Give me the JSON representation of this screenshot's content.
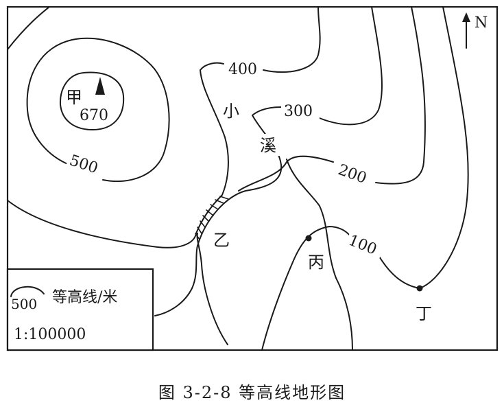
{
  "map": {
    "north_label": "N",
    "contour_labels": [
      "400",
      "300",
      "200",
      "100",
      "500"
    ],
    "peak": {
      "name": "甲",
      "elevation": "670"
    },
    "stream_chars": [
      "小",
      "溪"
    ],
    "places": {
      "yi": "乙",
      "bing": "丙",
      "ding": "丁"
    },
    "legend": {
      "sample_value": "500",
      "contour_label": "等高线/米",
      "scale": "1:100000"
    }
  },
  "caption": "图 3-2-8    等高线地形图"
}
